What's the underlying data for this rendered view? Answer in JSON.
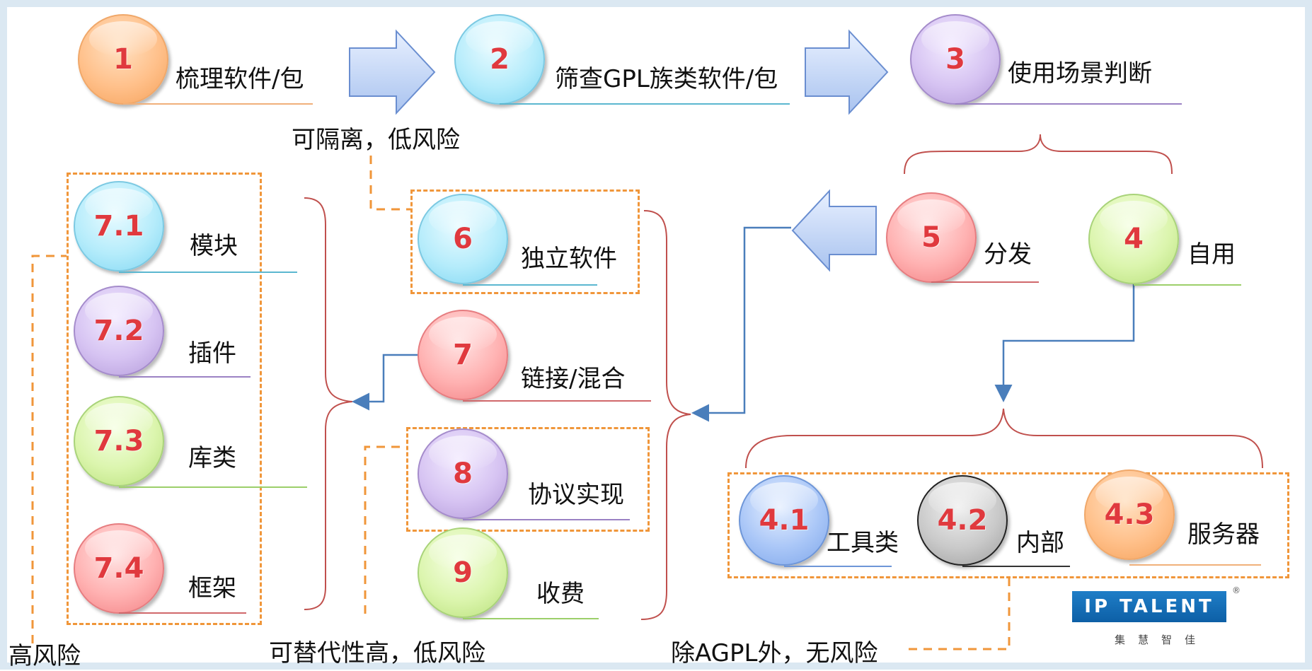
{
  "steps": {
    "s1": {
      "num": "1",
      "label": "梳理软件/包"
    },
    "s2": {
      "num": "2",
      "label": "筛查GPL族类软件/包"
    },
    "s3": {
      "num": "3",
      "label": "使用场景判断"
    },
    "s4": {
      "num": "4",
      "label": "自用"
    },
    "s5": {
      "num": "5",
      "label": "分发"
    },
    "s6": {
      "num": "6",
      "label": "独立软件"
    },
    "s7": {
      "num": "7",
      "label": "链接/混合"
    },
    "s8": {
      "num": "8",
      "label": "协议实现"
    },
    "s9": {
      "num": "9",
      "label": "收费"
    },
    "s71": {
      "num": "7.1",
      "label": "模块"
    },
    "s72": {
      "num": "7.2",
      "label": "插件"
    },
    "s73": {
      "num": "7.3",
      "label": "库类"
    },
    "s74": {
      "num": "7.4",
      "label": "框架"
    },
    "s41": {
      "num": "4.1",
      "label": "工具类"
    },
    "s42": {
      "num": "4.2",
      "label": "内部"
    },
    "s43": {
      "num": "4.3",
      "label": "服务器"
    }
  },
  "notes": {
    "isolatable": "可隔离，低风险",
    "high_risk": "高风险",
    "replaceable": "可替代性高，低风险",
    "agpl": "除AGPL外，无风险"
  },
  "logo": {
    "brand": "IP TALENT",
    "registered": "®",
    "tagline": "集慧智佳"
  },
  "colors": {
    "dash_orange": "#f0963a",
    "brace_red": "#c0504d",
    "connector_blue": "#4a7ebb",
    "number_red": "#e0393e"
  }
}
